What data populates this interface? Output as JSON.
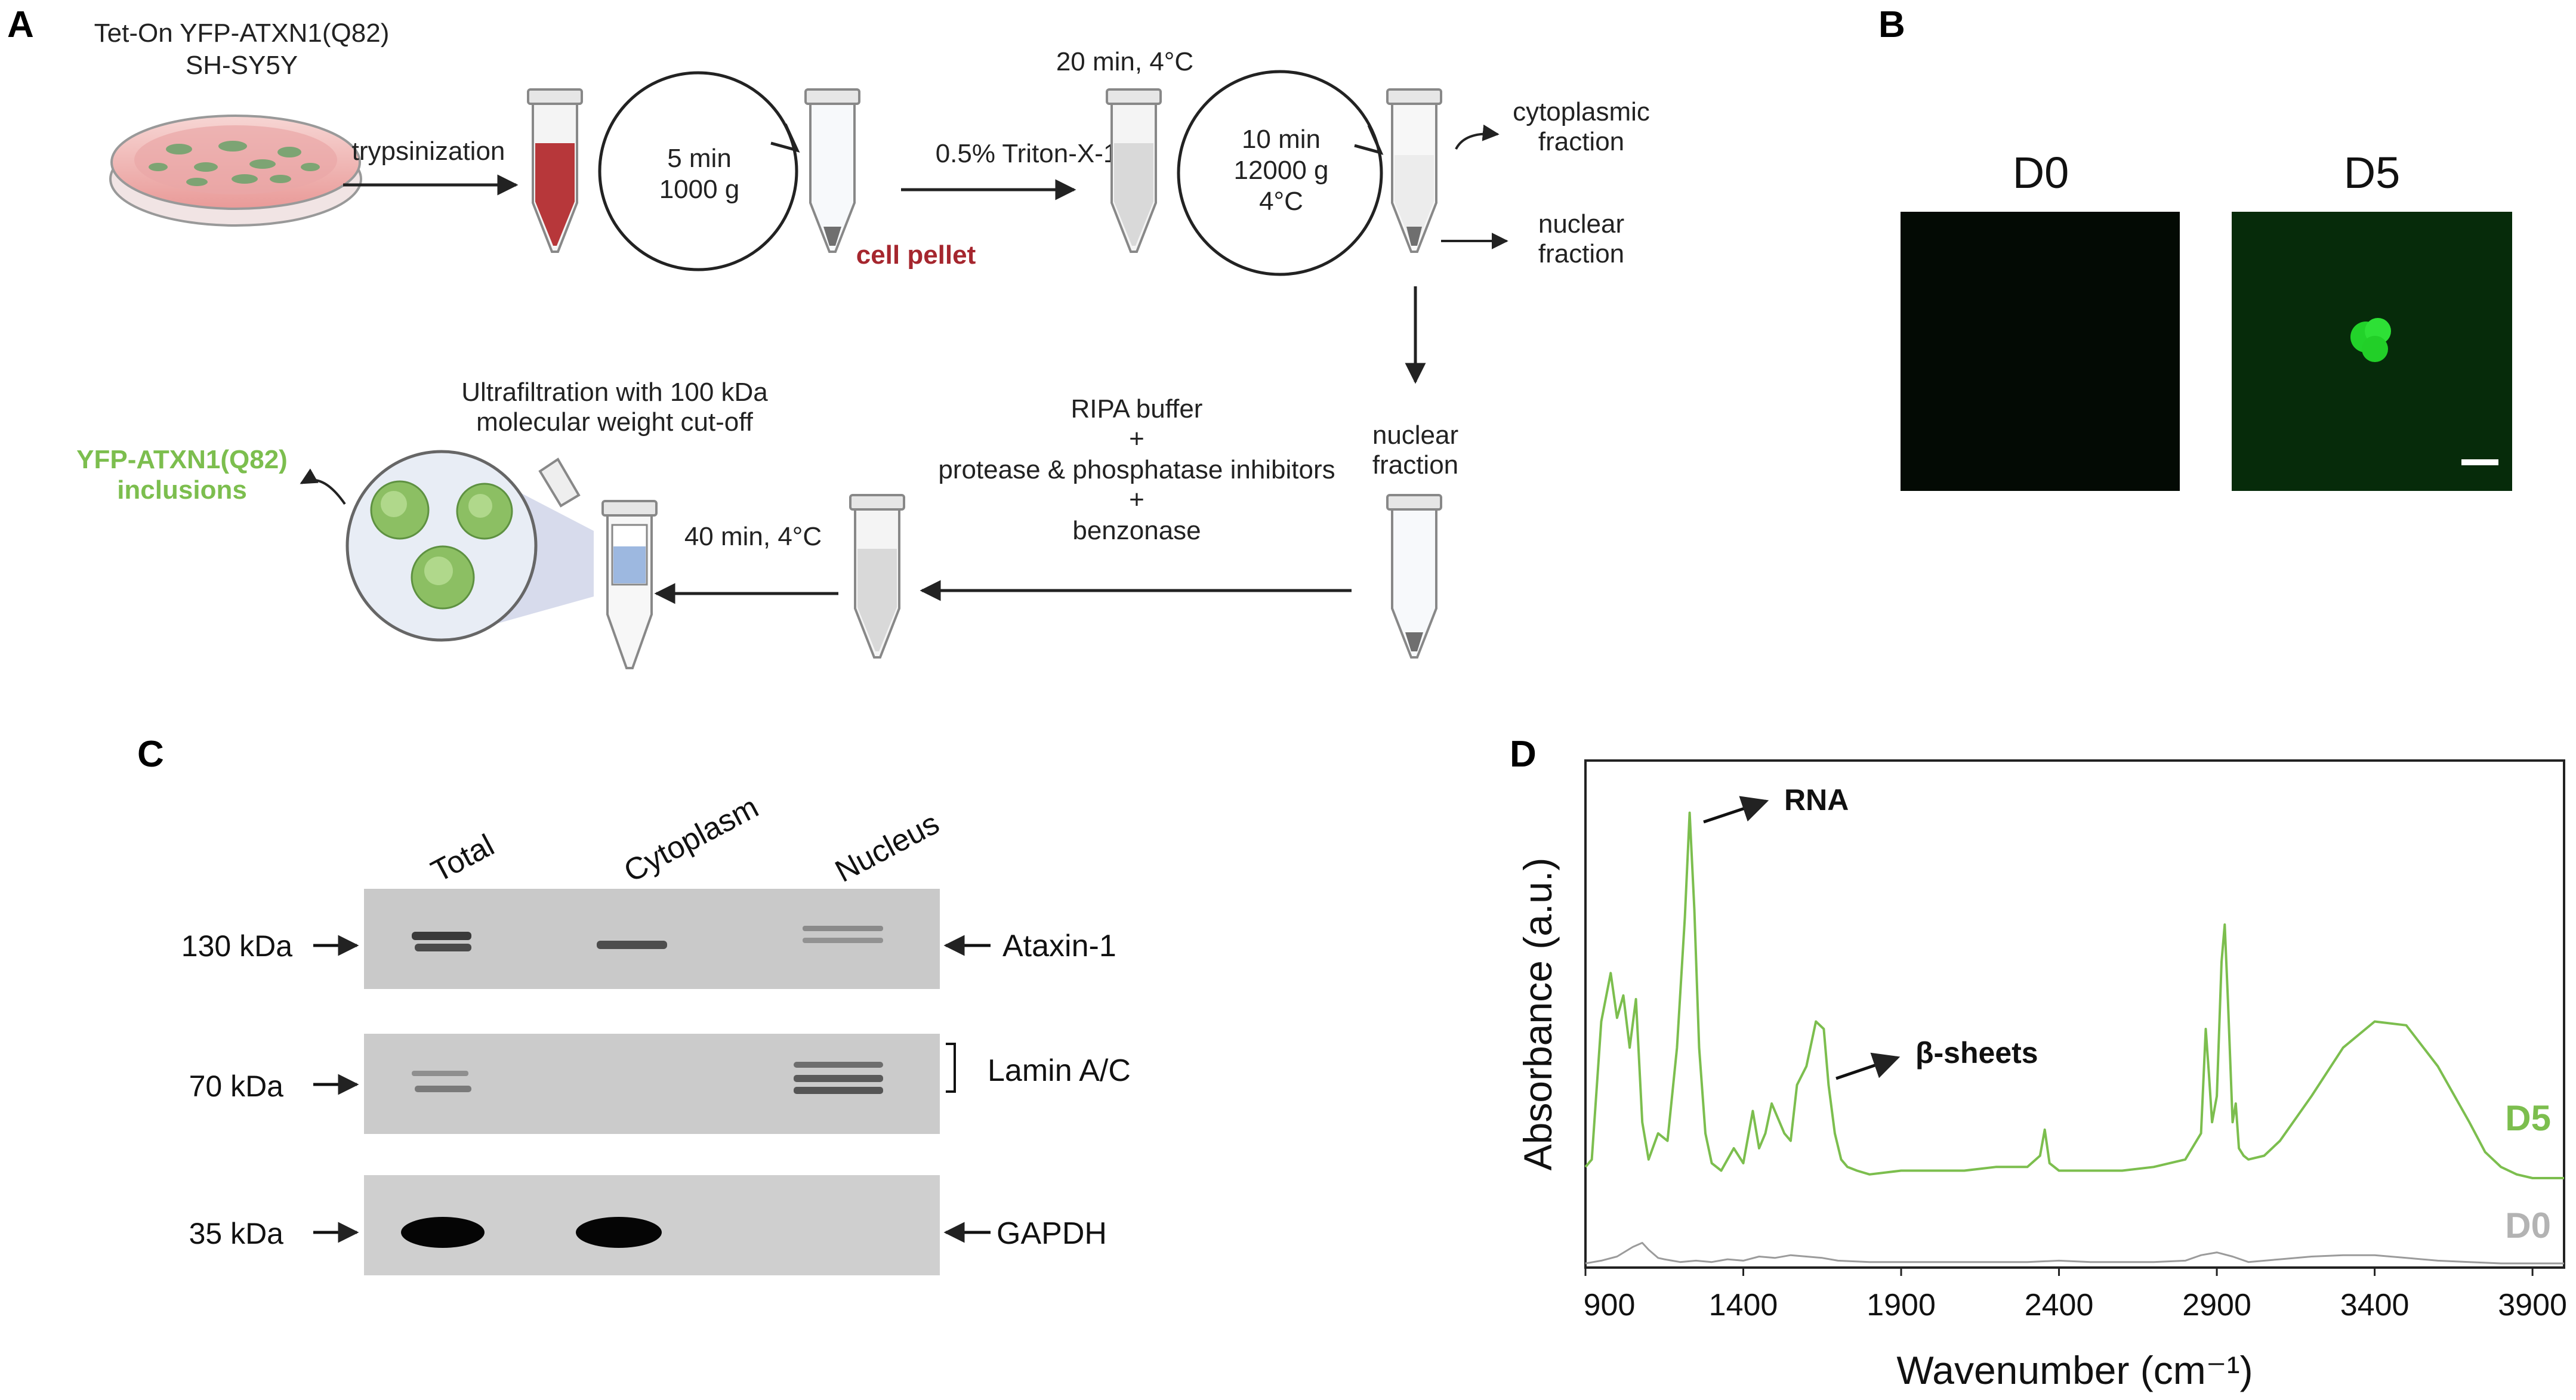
{
  "panels": {
    "a": "A",
    "b": "B",
    "c": "C",
    "d": "D"
  },
  "panel_a": {
    "cell_line": [
      "Tet-On YFP-ATXN1(Q82)",
      "SH-SY5Y"
    ],
    "step1": "trypsinization",
    "spin1": [
      "5 min",
      "1000 g"
    ],
    "pellet": "cell pellet",
    "timing1": "20 min, 4°C",
    "step2": "0.5% Triton-X-100",
    "spin2": [
      "10 min",
      "12000 g",
      "4°C"
    ],
    "cyto_out": [
      "cytoplasmic",
      "fraction"
    ],
    "nuc_out": [
      "nuclear",
      "fraction"
    ],
    "nuc_fraction": [
      "nuclear",
      "fraction"
    ],
    "buffer": [
      "RIPA buffer",
      "+",
      "protease & phosphatase inhibitors",
      "+",
      "benzonase"
    ],
    "ultra": [
      "Ultrafiltration with 100 kDa",
      "molecular weight cut-off"
    ],
    "timing2": "40 min, 4°C",
    "product": [
      "YFP-ATXN1(Q82)",
      "inclusions"
    ],
    "colors": {
      "red": "#b7373a",
      "green": "#7cbe4e",
      "pellet": "#a5262e"
    }
  },
  "panel_b": {
    "d0": "D0",
    "d5": "D5"
  },
  "panel_c": {
    "lanes": [
      "Total",
      "Cytoplasm",
      "Nucleus"
    ],
    "rows": [
      {
        "kda": "130 kDa",
        "label": "Ataxin-1"
      },
      {
        "kda": "70 kDa",
        "label": "Lamin A/C"
      },
      {
        "kda": "35 kDa",
        "label": "GAPDH"
      }
    ]
  },
  "chart_data": {
    "type": "line",
    "xlabel": "Wavenumber (cm⁻¹)",
    "ylabel": "Absorbance (a.u.)",
    "xlim": [
      900,
      4000
    ],
    "xticks": [
      "900",
      "1400",
      "1900",
      "2400",
      "2900",
      "3400",
      "3900"
    ],
    "annotations": [
      "RNA",
      "β-sheets"
    ],
    "series": [
      {
        "name": "D5",
        "color": "#7cbe4e",
        "x": [
          900,
          920,
          950,
          980,
          1000,
          1020,
          1040,
          1060,
          1080,
          1100,
          1130,
          1160,
          1190,
          1215,
          1230,
          1245,
          1260,
          1280,
          1300,
          1330,
          1370,
          1400,
          1430,
          1450,
          1470,
          1490,
          1510,
          1530,
          1550,
          1570,
          1600,
          1630,
          1655,
          1670,
          1690,
          1710,
          1730,
          1760,
          1800,
          1900,
          2000,
          2100,
          2200,
          2300,
          2340,
          2355,
          2370,
          2400,
          2500,
          2600,
          2700,
          2800,
          2850,
          2865,
          2875,
          2885,
          2900,
          2915,
          2925,
          2935,
          2950,
          2960,
          2970,
          2985,
          3000,
          3050,
          3100,
          3200,
          3300,
          3400,
          3500,
          3600,
          3700,
          3750,
          3800,
          3850,
          3900,
          4000
        ],
        "y": [
          0.03,
          0.05,
          0.42,
          0.55,
          0.43,
          0.49,
          0.35,
          0.48,
          0.15,
          0.05,
          0.12,
          0.1,
          0.35,
          0.7,
          0.98,
          0.72,
          0.35,
          0.12,
          0.04,
          0.02,
          0.08,
          0.04,
          0.18,
          0.08,
          0.12,
          0.2,
          0.16,
          0.12,
          0.1,
          0.25,
          0.3,
          0.42,
          0.4,
          0.25,
          0.12,
          0.05,
          0.03,
          0.02,
          0.01,
          0.02,
          0.02,
          0.02,
          0.03,
          0.03,
          0.06,
          0.13,
          0.04,
          0.02,
          0.02,
          0.02,
          0.03,
          0.05,
          0.12,
          0.4,
          0.28,
          0.15,
          0.22,
          0.58,
          0.68,
          0.48,
          0.15,
          0.2,
          0.08,
          0.06,
          0.05,
          0.06,
          0.1,
          0.22,
          0.35,
          0.42,
          0.41,
          0.3,
          0.15,
          0.07,
          0.03,
          0.01,
          0.0,
          0.0
        ]
      },
      {
        "name": "D0",
        "color": "#9b9b9b",
        "x": [
          900,
          950,
          1000,
          1050,
          1080,
          1100,
          1130,
          1150,
          1200,
          1250,
          1300,
          1350,
          1400,
          1450,
          1500,
          1550,
          1600,
          1650,
          1700,
          1800,
          1900,
          2000,
          2100,
          2200,
          2300,
          2400,
          2500,
          2600,
          2700,
          2800,
          2850,
          2900,
          2950,
          3000,
          3100,
          3200,
          3300,
          3400,
          3500,
          3600,
          3700,
          3800,
          3900,
          4000
        ],
        "y": [
          0.0,
          0.02,
          0.05,
          0.12,
          0.15,
          0.1,
          0.04,
          0.03,
          0.01,
          0.02,
          0.01,
          0.03,
          0.02,
          0.05,
          0.04,
          0.06,
          0.05,
          0.04,
          0.02,
          0.01,
          0.01,
          0.01,
          0.01,
          0.01,
          0.01,
          0.02,
          0.01,
          0.01,
          0.01,
          0.02,
          0.06,
          0.08,
          0.05,
          0.01,
          0.03,
          0.05,
          0.06,
          0.06,
          0.04,
          0.02,
          0.01,
          0.0,
          0.0,
          0.0
        ]
      }
    ]
  }
}
